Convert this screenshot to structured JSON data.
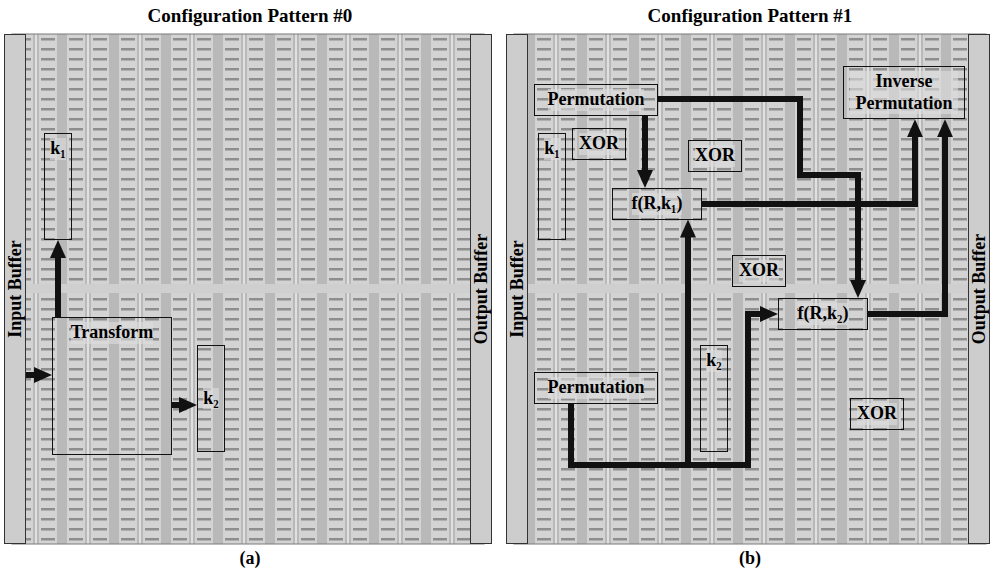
{
  "diagram": {
    "nodes": [
      {
        "text": [
          "Input Buffer"
        ]
      },
      {
        "text": [
          "k₁"
        ]
      },
      {
        "text": [
          "Transform"
        ]
      },
      {
        "text": [
          "k₂"
        ]
      },
      {
        "text": [
          "Output Buffer"
        ]
      },
      {
        "text": [
          "Input Buffer"
        ]
      },
      {
        "text": [
          "Permutation"
        ]
      },
      {
        "text": [
          "XOR"
        ]
      },
      {
        "text": [
          "XOR"
        ]
      },
      {
        "text": [
          "f(R,k₁)"
        ]
      },
      {
        "text": [
          "XOR"
        ]
      },
      {
        "text": [
          "f(R,k₂)"
        ]
      },
      {
        "text": [
          "XOR"
        ]
      },
      {
        "text": [
          "Inverse Permutation"
        ]
      },
      {
        "text": [
          "k₁"
        ]
      },
      {
        "text": [
          "Permutation"
        ]
      },
      {
        "text": [
          "k₂"
        ]
      },
      {
        "text": [
          "Output Buffer"
        ]
      }
    ],
    "edges": [
      {
        "from": 0,
        "to": 2,
        "arrow": "to"
      },
      {
        "from": 2,
        "to": 1,
        "arrow": "to"
      },
      {
        "from": 2,
        "to": 3,
        "arrow": "to"
      },
      {
        "from": 6,
        "to": 9,
        "arrow": "to"
      },
      {
        "from": 6,
        "to": 11,
        "arrow": "to"
      },
      {
        "from": 15,
        "to": 9,
        "arrow": "to"
      },
      {
        "from": 15,
        "to": 11,
        "arrow": "to"
      },
      {
        "from": 9,
        "to": 13,
        "arrow": "to"
      },
      {
        "from": 11,
        "to": 13,
        "arrow": "to"
      }
    ],
    "labels": [
      "Configuration Pattern #0",
      "Configuration Pattern #1",
      "(a)",
      "(b)"
    ]
  }
}
